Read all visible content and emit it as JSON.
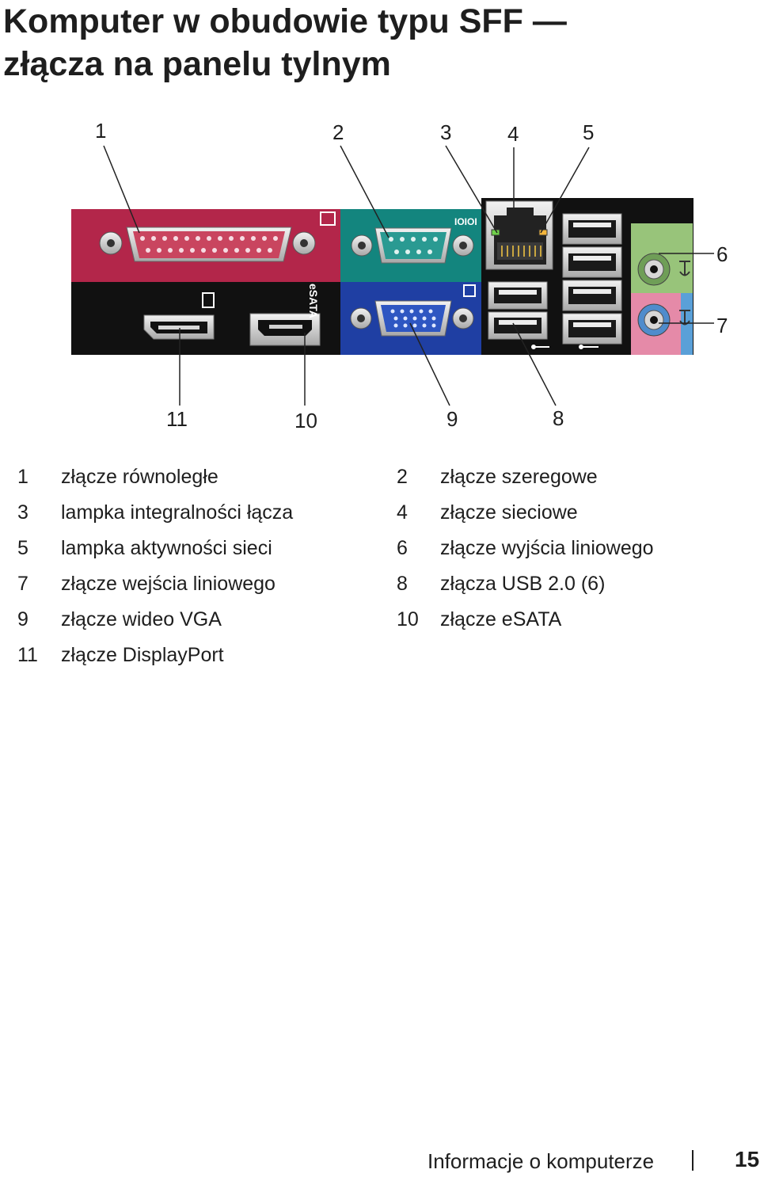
{
  "title": {
    "line1": "Komputer w obudowie typu SFF —",
    "line2": "złącza na panelu tylnym"
  },
  "callouts": {
    "c1": "1",
    "c2": "2",
    "c3": "3",
    "c4": "4",
    "c5": "5",
    "c6": "6",
    "c7": "7",
    "c8": "8",
    "c9": "9",
    "c10": "10",
    "c11": "11"
  },
  "panel_labels": {
    "esata": "eSATA",
    "serial": "IOIOI"
  },
  "legend": [
    {
      "num": "1",
      "text": "złącze równoległe"
    },
    {
      "num": "2",
      "text": "złącze szeregowe"
    },
    {
      "num": "3",
      "text": "lampka integralności łącza"
    },
    {
      "num": "4",
      "text": "złącze sieciowe"
    },
    {
      "num": "5",
      "text": "lampka aktywności sieci"
    },
    {
      "num": "6",
      "text": "złącze wyjścia liniowego"
    },
    {
      "num": "7",
      "text": "złącze wejścia liniowego"
    },
    {
      "num": "8",
      "text": "złącza USB 2.0 (6)"
    },
    {
      "num": "9",
      "text": "złącze wideo VGA"
    },
    {
      "num": "10",
      "text": "złącze eSATA"
    },
    {
      "num": "11",
      "text": "złącze DisplayPort"
    }
  ],
  "footer": {
    "section": "Informacje o komputerze",
    "page": "15"
  }
}
